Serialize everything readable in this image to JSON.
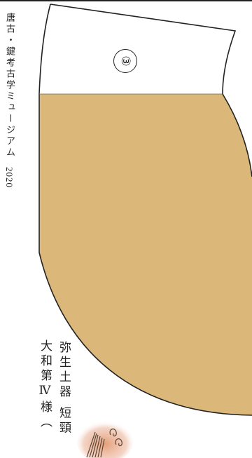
{
  "credit": {
    "museum": "唐古・鍵考古学ミュージアム",
    "year": "2020"
  },
  "caption": {
    "period": "弥生土器 短頸",
    "style": "大和第Ⅳ様（"
  },
  "section_badge": "③",
  "colors": {
    "vessel_fill": "#dbb87a",
    "outline": "#222222",
    "thumb_glow": "#e39a72",
    "thumb_ink": "#5a4636"
  },
  "icons": {
    "thumbnail": "pottery-fragment-icon"
  }
}
